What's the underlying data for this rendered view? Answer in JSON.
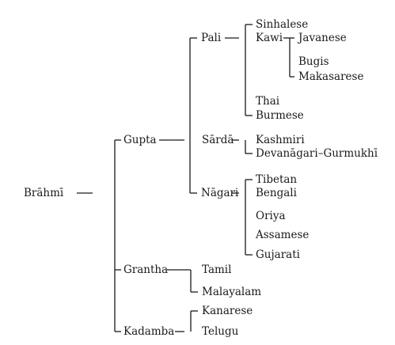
{
  "tree": {
    "root": "Brāhmī",
    "groups": {
      "gupta": {
        "label": "Gupta",
        "pali": {
          "label": "Pali",
          "sinhalese": "Sinhalese",
          "kawi": {
            "label": "Kawi",
            "children": [
              "Javanese",
              "Bugis",
              "Makasarese"
            ]
          },
          "thai": "Thai",
          "burmese": "Burmese"
        },
        "sarda": {
          "label": "Sārdā",
          "children": [
            "Kashmiri",
            "Devanāgari–Gurmukhī"
          ]
        },
        "nagari": {
          "label": "Nāgari",
          "children": [
            "Tibetan",
            "Bengali",
            "Oriya",
            "Assamese",
            "Gujarati"
          ]
        }
      },
      "grantha": {
        "label": "Grantha",
        "children": [
          "Tamil",
          "Malayalam"
        ]
      },
      "kadamba": {
        "label": "Kadamba",
        "children": [
          "Kanarese",
          "Telugu"
        ]
      }
    }
  }
}
